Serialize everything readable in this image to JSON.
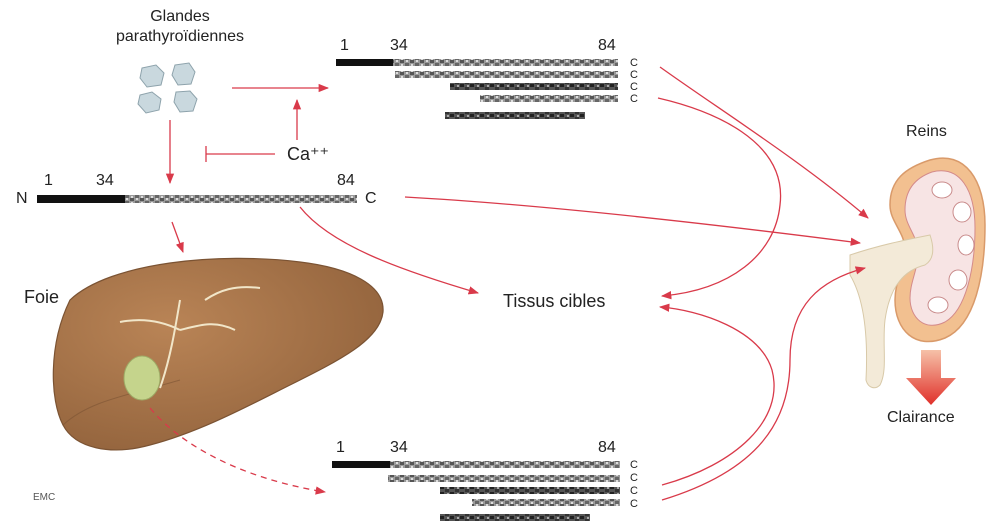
{
  "labels": {
    "glandes_line1": "Glandes",
    "glandes_line2": "parathyroïdiennes",
    "calcium": "Ca⁺⁺",
    "reins": "Reins",
    "foie": "Foie",
    "tissus": "Tissus cibles",
    "clairance": "Clairance",
    "logo": "EMC"
  },
  "chain": {
    "n_label": "N",
    "c_label": "C",
    "pos_1": "1",
    "pos_34": "34",
    "pos_84": "84",
    "fragment_c": "C"
  },
  "colors": {
    "arrow": "#d93a4a",
    "liver": "#a8744a",
    "kidney_outer": "#f2c090",
    "kidney_inner": "#f7e4e4",
    "gland": "#c9d8de",
    "clairance_arrow": "#e0302a"
  }
}
